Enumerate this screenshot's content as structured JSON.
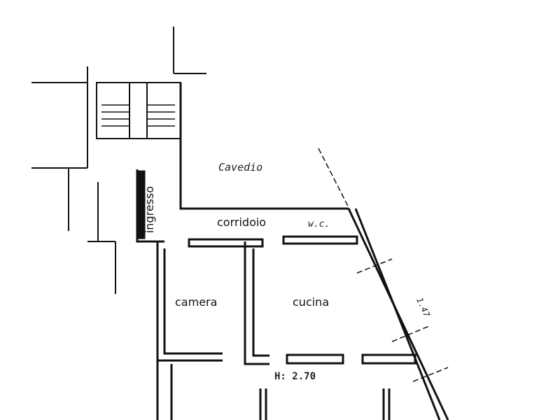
{
  "labels": {
    "cavedio": "Cavedio",
    "ingresso": "ingresso",
    "corridoio": "corridoio",
    "wc": "w.c.",
    "camera": "camera",
    "cucina": "cucina",
    "height": "H: 2.70",
    "dim": "1.47"
  },
  "colors": {
    "wall": "#111111",
    "paper": "#ffffff"
  }
}
